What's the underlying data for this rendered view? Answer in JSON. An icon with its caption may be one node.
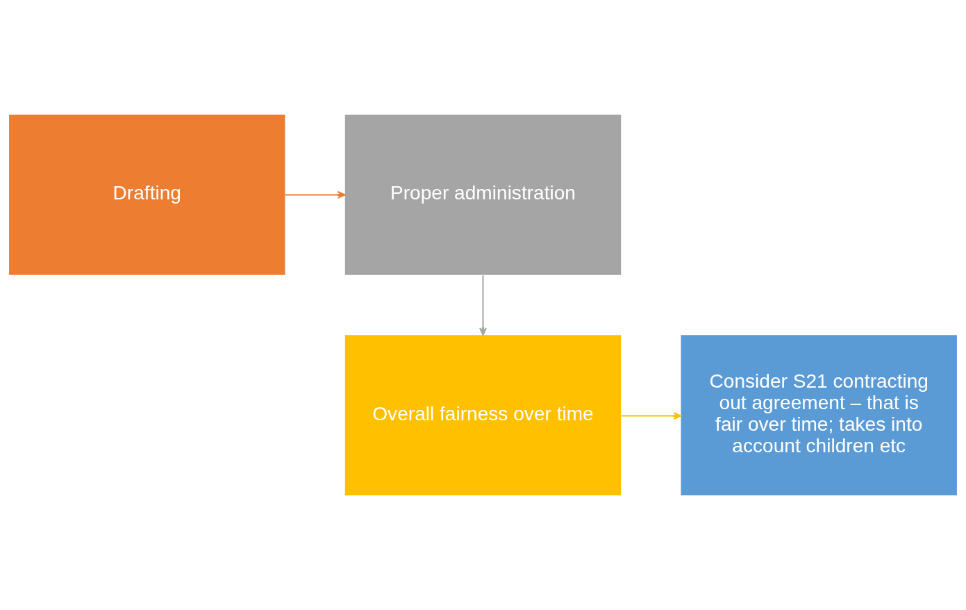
{
  "diagram": {
    "nodes": [
      {
        "text": [
          "Drafting"
        ]
      },
      {
        "text": [
          "Proper administration"
        ]
      },
      {
        "text": [
          "Overall fairness over time"
        ]
      },
      {
        "text": [
          "Consider S21 contracting out agreement – that is fair over time; takes into account children etc"
        ]
      }
    ],
    "edges": [
      {
        "from": 0,
        "to": 1,
        "arrow": "to",
        "color": "#ed7d31"
      },
      {
        "from": 1,
        "to": 2,
        "arrow": "to",
        "color": "#a5a5a5"
      },
      {
        "from": 2,
        "to": 3,
        "arrow": "to",
        "color": "#ffc000"
      }
    ]
  }
}
